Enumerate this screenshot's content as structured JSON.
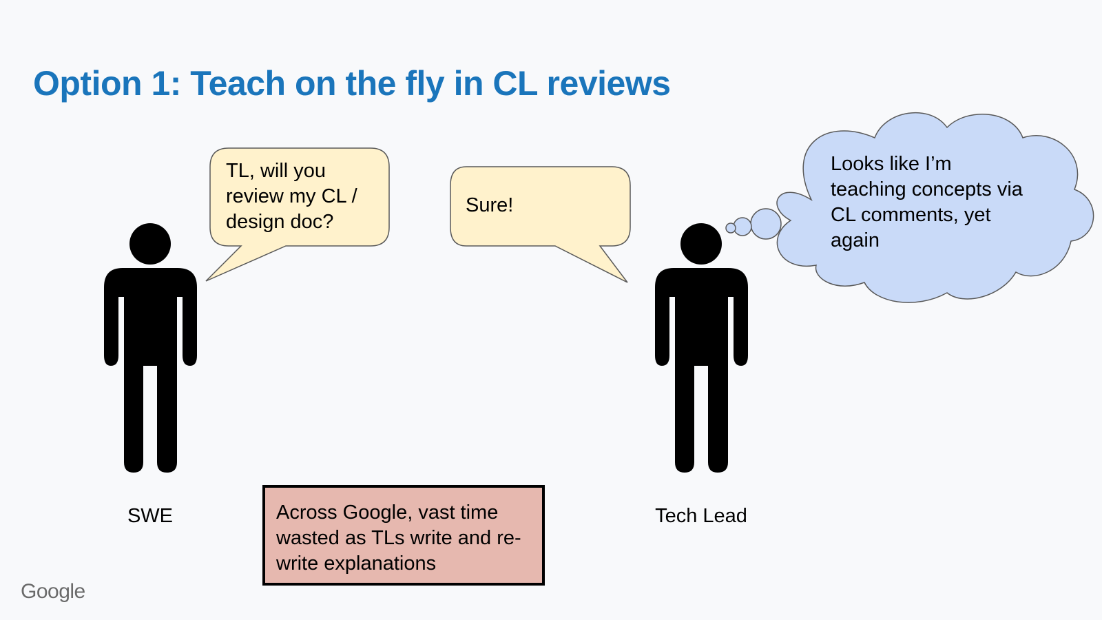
{
  "slide": {
    "title": "Option 1: Teach on the fly in CL reviews",
    "logo": "Google"
  },
  "people": {
    "swe_label": "SWE",
    "tech_lead_label": "Tech Lead"
  },
  "bubbles": {
    "swe_speech": "TL, will you review my CL / design doc?",
    "tl_speech": "Sure!",
    "tl_thought": "Looks like I’m teaching concepts via CL comments, yet again"
  },
  "note": {
    "text": "Across Google, vast time wasted as TLs write and re-write explanations"
  },
  "colors": {
    "title": "#1a75bb",
    "speech_fill": "#fff2cc",
    "thought_fill": "#c9daf8",
    "note_fill": "#e6b8af"
  }
}
